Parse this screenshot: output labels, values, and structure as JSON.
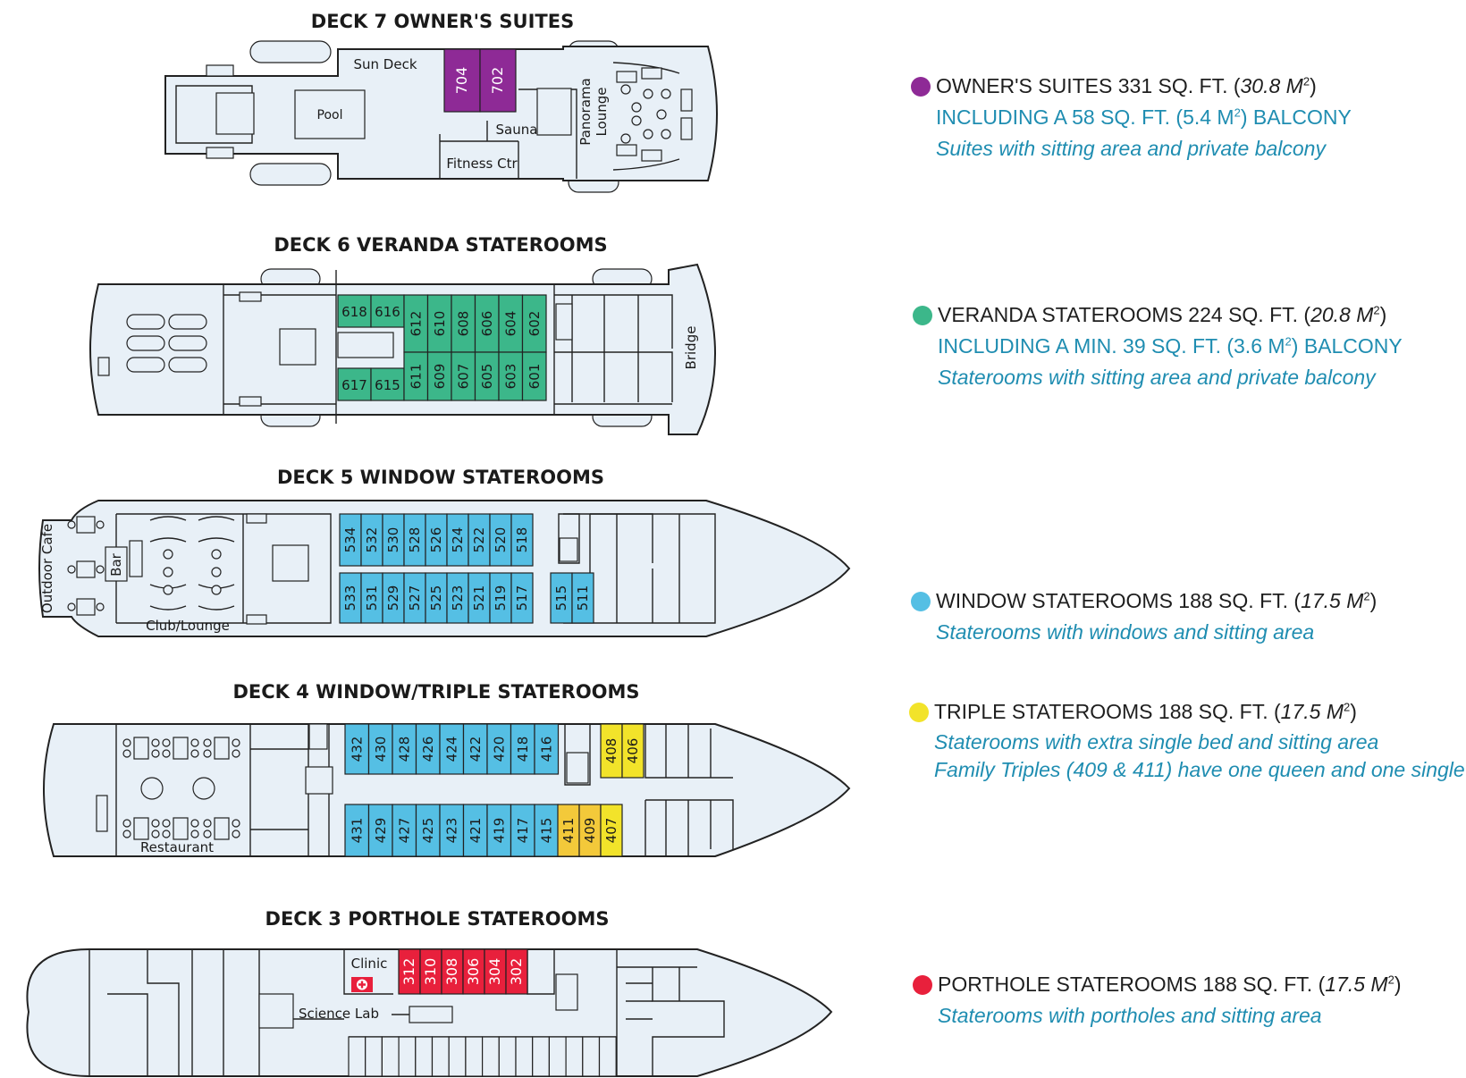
{
  "colors": {
    "owners": "#8e2a96",
    "veranda": "#3cb78a",
    "window": "#55bfe4",
    "triple": "#f2e32a",
    "triple_family": "#f3c93a",
    "porthole": "#e8203c",
    "hull": "#e8f0f7",
    "legend_text": "#1f8db1"
  },
  "decks": {
    "d7": {
      "title": "DECK 7 OWNER'S SUITES",
      "labels": {
        "sun_deck": "Sun Deck",
        "pool": "Pool",
        "sauna": "Sauna",
        "fitness": "Fitness Ctr",
        "panorama_1": "Panorama",
        "panorama_2": "Lounge"
      },
      "cabins": [
        "704",
        "702"
      ]
    },
    "d6": {
      "title": "DECK 6 VERANDA STATEROOMS",
      "labels": {
        "bridge": "Bridge"
      },
      "cabins_top": [
        "618",
        "616",
        "612",
        "610",
        "608",
        "606",
        "604",
        "602"
      ],
      "cabins_bottom": [
        "617",
        "615",
        "611",
        "609",
        "607",
        "605",
        "603",
        "601"
      ]
    },
    "d5": {
      "title": "DECK 5 WINDOW STATEROOMS",
      "labels": {
        "outdoor_cafe": "Outdoor Cafe",
        "bar": "Bar",
        "club": "Club/Lounge"
      },
      "cabins_top": [
        "534",
        "532",
        "530",
        "528",
        "526",
        "524",
        "522",
        "520",
        "518"
      ],
      "cabins_bottom": [
        "533",
        "531",
        "529",
        "527",
        "525",
        "523",
        "521",
        "519",
        "517"
      ],
      "cabins_bottom_fwd": [
        "515",
        "511"
      ]
    },
    "d4": {
      "title": "DECK 4 WINDOW/TRIPLE STATEROOMS",
      "labels": {
        "restaurant": "Restaurant"
      },
      "cabins_top": [
        "432",
        "430",
        "428",
        "426",
        "424",
        "422",
        "420",
        "418",
        "416"
      ],
      "cabins_top_triple": [
        "408",
        "406"
      ],
      "cabins_bottom": [
        "431",
        "429",
        "427",
        "425",
        "423",
        "421",
        "419",
        "417",
        "415"
      ],
      "cabins_bottom_triple": [
        "411",
        "409",
        "407"
      ]
    },
    "d3": {
      "title": "DECK 3 PORTHOLE STATEROOMS",
      "labels": {
        "clinic": "Clinic",
        "science_lab": "Science Lab"
      },
      "cabins": [
        "312",
        "310",
        "308",
        "306",
        "304",
        "302"
      ]
    }
  },
  "legend": {
    "owners": {
      "head": "OWNER'S SUITES 331 SQ. FT. (",
      "head_it": "30.8 M",
      "sup": "2",
      "head_end": ")",
      "line1_a": "INCLUDING A 58 SQ. FT. (5.4 M",
      "line1_sup": "2",
      "line1_b": ") BALCONY",
      "line2": "Suites with sitting area and private balcony"
    },
    "veranda": {
      "head": "VERANDA STATEROOMS 224 SQ. FT. (",
      "head_it": "20.8 M",
      "sup": "2",
      "head_end": ")",
      "line1_a": "INCLUDING A  MIN. 39 SQ. FT. (3.6 M",
      "line1_sup": "2",
      "line1_b": ") BALCONY",
      "line2": "Staterooms with sitting area and private balcony"
    },
    "window": {
      "head": "WINDOW STATEROOMS 188 SQ. FT. (",
      "head_it": "17.5 M",
      "sup": "2",
      "head_end": ")",
      "line2": "Staterooms with windows and sitting area"
    },
    "triple": {
      "head": "TRIPLE STATEROOMS 188 SQ. FT. (",
      "head_it": "17.5 M",
      "sup": "2",
      "head_end": ")",
      "line2": "Staterooms with extra single bed and sitting area",
      "line3": "Family Triples (409 & 411) have one queen and one single"
    },
    "porthole": {
      "head": "PORTHOLE STATEROOMS 188 SQ. FT. (",
      "head_it": "17.5 M",
      "sup": "2",
      "head_end": ")",
      "line2": "Staterooms with portholes and sitting area"
    }
  }
}
